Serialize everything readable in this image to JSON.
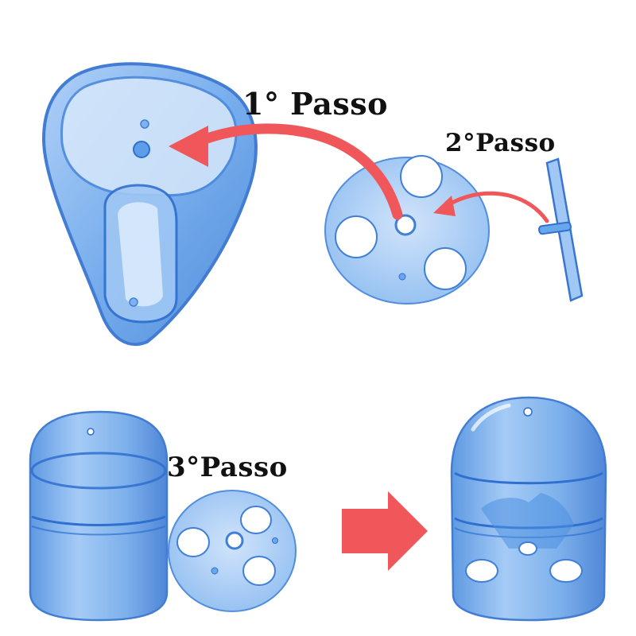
{
  "steps": {
    "step1": "1° Passo",
    "step2": "2°Passo",
    "step3": "3°Passo"
  },
  "colors": {
    "plastic": "#5b9be6",
    "plastic_dark": "#2f6fcf",
    "plastic_light": "#cfe3fb",
    "arrow": "#f0575a"
  },
  "icons": {
    "arrow_step1": "curved-arrow-left",
    "arrow_step2": "curved-arrow-left",
    "arrow_result": "block-arrow-right"
  }
}
